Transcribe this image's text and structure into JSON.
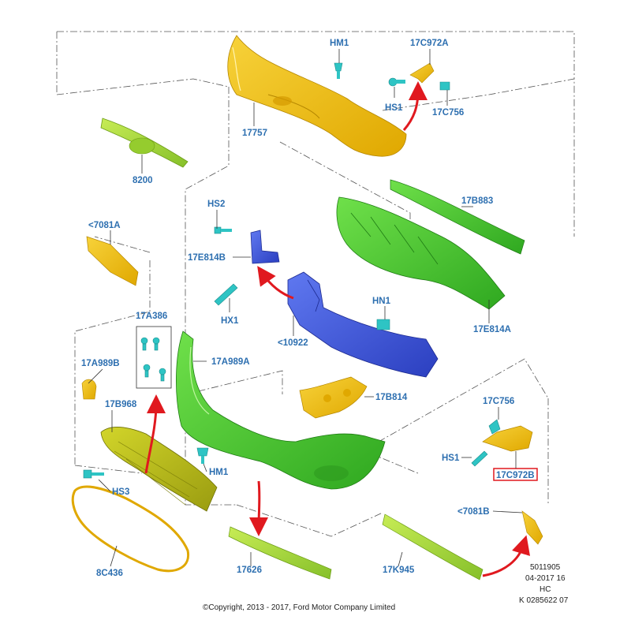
{
  "labels": {
    "hm1_top": "HM1",
    "c972a": "17C972A",
    "hs1_top": "HS1",
    "c756_top": "17C756",
    "p17757": "17757",
    "p8200": "8200",
    "hs2": "HS2",
    "e814b": "17E814B",
    "hx1": "HX1",
    "b883": "17B883",
    "e814a": "17E814A",
    "p7081a": "<7081A",
    "p10922": "<10922",
    "hn1": "HN1",
    "a386": "17A386",
    "a989b": "17A989B",
    "a989a": "17A989A",
    "b968": "17B968",
    "b814": "17B814",
    "c756_right": "17C756",
    "hs1_right": "HS1",
    "c972b": "17C972B",
    "hm1_low": "HM1",
    "hs3": "HS3",
    "p7081b": "<7081B",
    "c436": "8C436",
    "p17626": "17626",
    "k945": "17K945"
  },
  "meta": {
    "code": "5011905",
    "date": "04-2017 16",
    "hc": "HC",
    "ref": "K 0285622 07"
  },
  "copyright": "©Copyright, 2013 - 2017, Ford Motor Company Limited",
  "colors": {
    "label": "#2d6fb0",
    "yellow_part": "#f5c518",
    "green_part": "#4cc73a",
    "lime_part": "#a8d83a",
    "blue_part": "#3f56d8",
    "olive_part": "#b8b820",
    "clip": "#2ec4c4",
    "arrow": "#e0191f",
    "highlight_box": "#e0191f"
  }
}
